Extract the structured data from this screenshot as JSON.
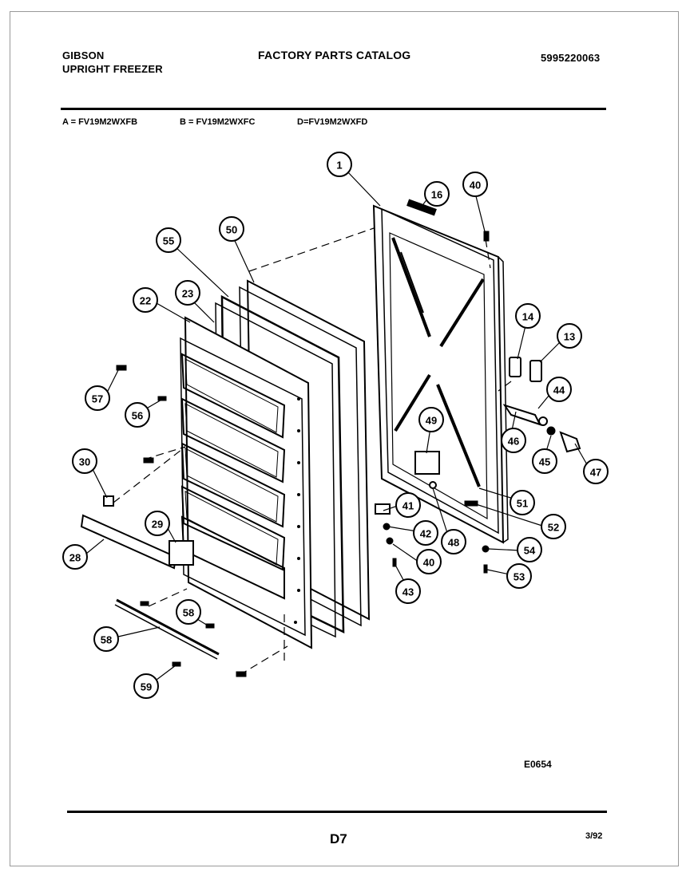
{
  "header": {
    "brand": "GIBSON",
    "product": "UPRIGHT FREEZER",
    "catalog_title": "FACTORY PARTS CATALOG",
    "catalog_number": "5995220063"
  },
  "variants": [
    {
      "text": "A = FV19M2WXFB"
    },
    {
      "text": "B = FV19M2WXFC"
    },
    {
      "text": "D=FV19M2WXFD"
    }
  ],
  "callouts": [
    "1",
    "16",
    "40",
    "50",
    "55",
    "22",
    "23",
    "14",
    "13",
    "44",
    "57",
    "56",
    "49",
    "46",
    "45",
    "47",
    "30",
    "51",
    "41",
    "42",
    "52",
    "48",
    "29",
    "54",
    "28",
    "40",
    "53",
    "43",
    "58",
    "58",
    "59"
  ],
  "footer": {
    "diagram_code": "E0654",
    "page": "D7",
    "date": "3/92"
  }
}
